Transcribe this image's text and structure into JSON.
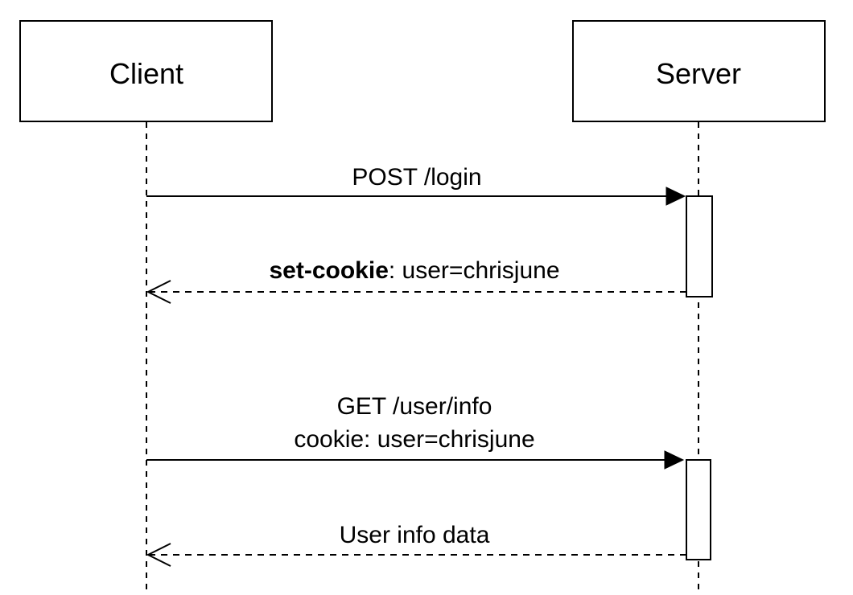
{
  "participants": {
    "client": {
      "label": "Client"
    },
    "server": {
      "label": "Server"
    }
  },
  "messages": {
    "login_request": {
      "label": "POST /login"
    },
    "login_response": {
      "label_bold": "set-cookie",
      "label_rest": ": user=chrisjune"
    },
    "info_request": {
      "line1": "GET /user/info",
      "line2": "cookie: user=chrisjune"
    },
    "info_response": {
      "label": "User info data"
    }
  },
  "colors": {
    "stroke": "#000000",
    "background": "#ffffff"
  }
}
